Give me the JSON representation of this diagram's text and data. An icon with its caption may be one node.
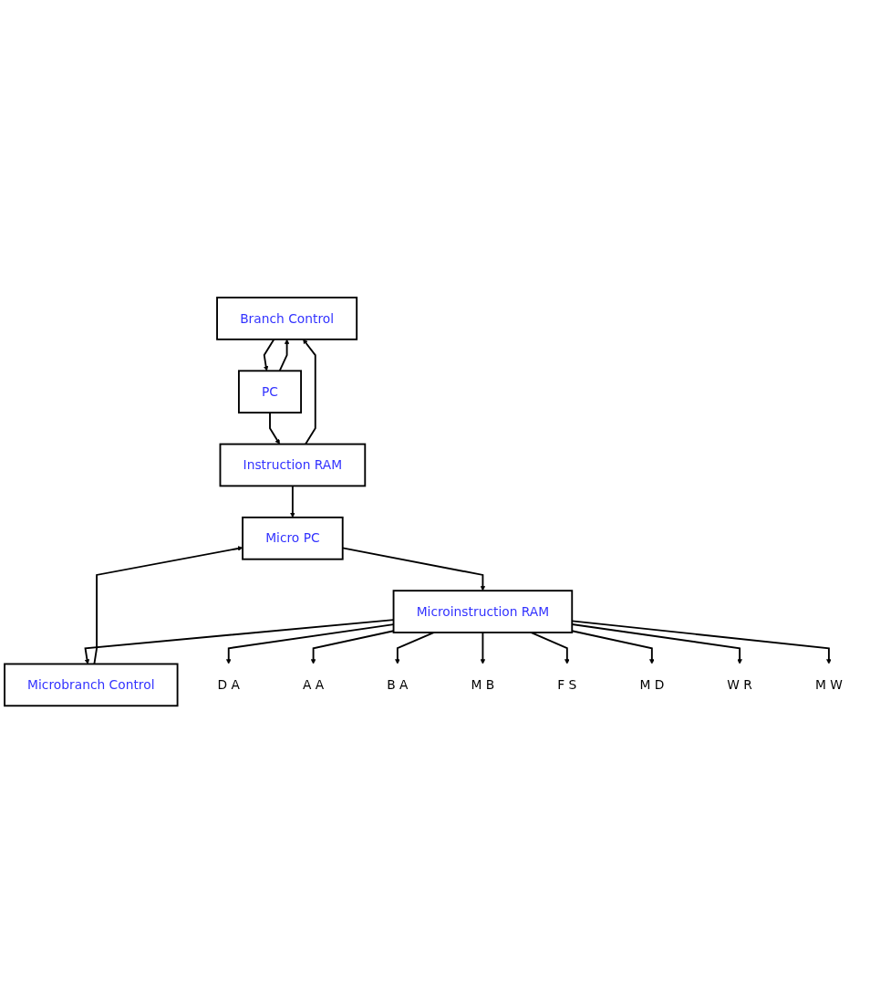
{
  "diagram": {
    "nodes": [
      {
        "text": [
          "Branch Control"
        ]
      },
      {
        "text": [
          "PC"
        ]
      },
      {
        "text": [
          "Instruction RAM"
        ]
      },
      {
        "text": [
          "Microbranch Control"
        ]
      },
      {
        "text": [
          "Micro PC"
        ]
      },
      {
        "text": [
          "Microinstruction RAM"
        ]
      },
      {
        "text": [
          "D A"
        ]
      },
      {
        "text": [
          "A A"
        ]
      },
      {
        "text": [
          "B A"
        ]
      },
      {
        "text": [
          "M B"
        ]
      },
      {
        "text": [
          "F S"
        ]
      },
      {
        "text": [
          "M D"
        ]
      },
      {
        "text": [
          "W R"
        ]
      },
      {
        "text": [
          "M W"
        ]
      }
    ],
    "edges": [
      {
        "from": 0,
        "to": 1,
        "arrow": "to"
      },
      {
        "from": 1,
        "to": 0,
        "arrow": "to"
      },
      {
        "from": 1,
        "to": 2,
        "arrow": "to"
      },
      {
        "from": 2,
        "to": 0,
        "arrow": "to"
      },
      {
        "from": 2,
        "to": 4,
        "arrow": "to"
      },
      {
        "from": 3,
        "to": 4,
        "arrow": "to"
      },
      {
        "from": 4,
        "to": 5,
        "arrow": "to"
      },
      {
        "from": 5,
        "to": 3,
        "arrow": "to"
      },
      {
        "from": 5,
        "to": 6,
        "arrow": "to"
      },
      {
        "from": 5,
        "to": 7,
        "arrow": "to"
      },
      {
        "from": 5,
        "to": 8,
        "arrow": "to"
      },
      {
        "from": 5,
        "to": 9,
        "arrow": "to"
      },
      {
        "from": 5,
        "to": 10,
        "arrow": "to"
      },
      {
        "from": 5,
        "to": 11,
        "arrow": "to"
      },
      {
        "from": 5,
        "to": 12,
        "arrow": "to"
      },
      {
        "from": 5,
        "to": 13,
        "arrow": "to"
      }
    ]
  }
}
